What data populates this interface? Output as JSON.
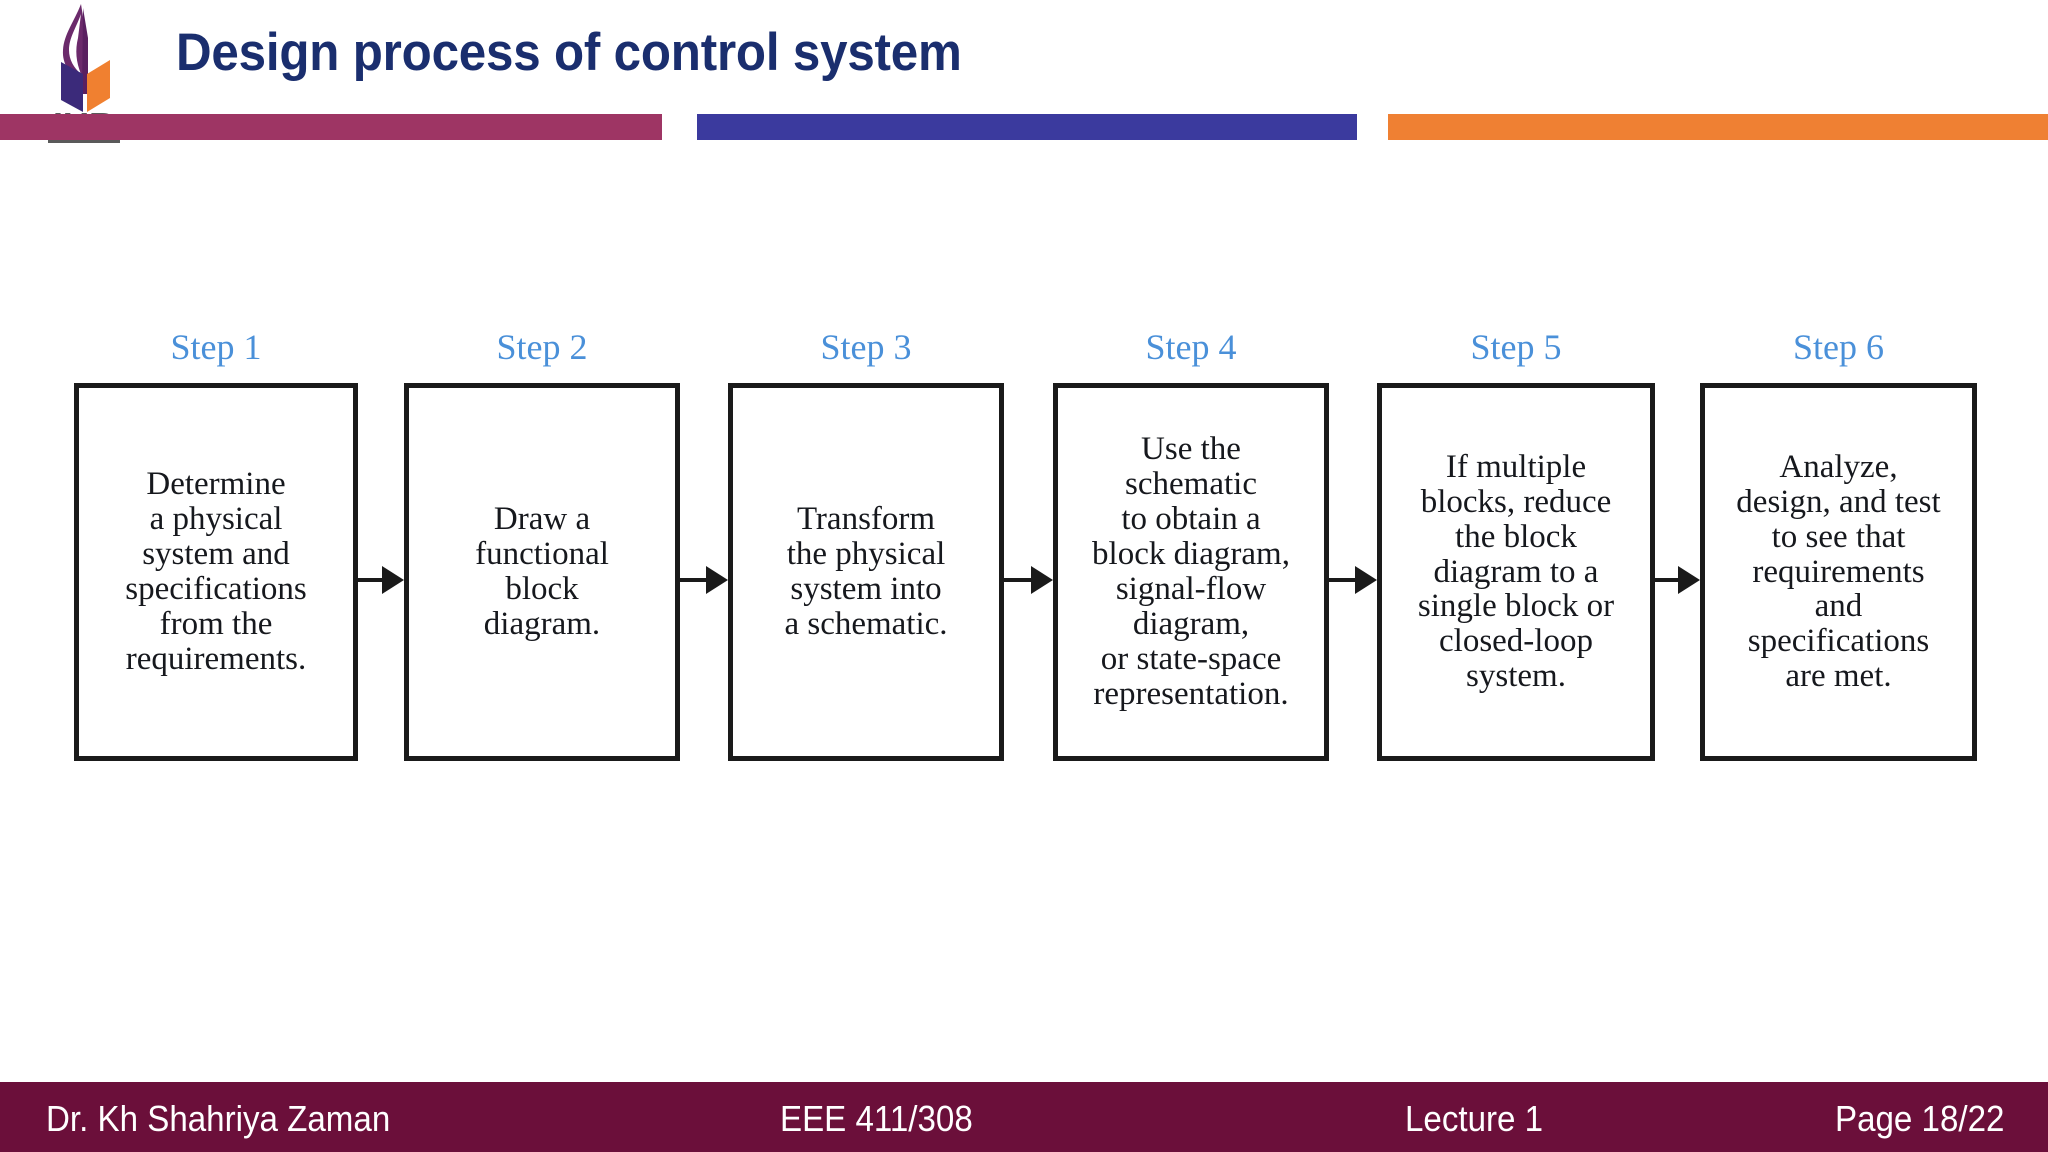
{
  "slide": {
    "title": "Design process of control system",
    "background": "#ffffff"
  },
  "logo": {
    "name": "iub-logo",
    "text": "IUB",
    "flame_color": "#6b2a6b",
    "left_page_color": "#3b2a7a",
    "right_page_color": "#f08030",
    "band_color": "#9e3564"
  },
  "header": {
    "bars": [
      {
        "name": "maroon-bar",
        "color": "#9e3564"
      },
      {
        "name": "blue-bar",
        "color": "#3b3a9e"
      },
      {
        "name": "orange-bar",
        "color": "#ef8033"
      }
    ],
    "title_color": "#1a2e6e"
  },
  "diagram": {
    "type": "flowchart",
    "orientation": "horizontal",
    "label_color": "#4a90d9",
    "box_border_color": "#1a1a1a",
    "steps": [
      {
        "label": "Step 1",
        "text": "Determine\na physical\nsystem and\nspecifications\nfrom the\nrequirements."
      },
      {
        "label": "Step 2",
        "text": "Draw a\nfunctional\nblock\ndiagram."
      },
      {
        "label": "Step 3",
        "text": "Transform\nthe physical\nsystem into\na schematic."
      },
      {
        "label": "Step 4",
        "text": "Use the\nschematic\nto obtain a\nblock diagram,\nsignal-flow\ndiagram,\nor state-space\nrepresentation."
      },
      {
        "label": "Step 5",
        "text": "If multiple\nblocks, reduce\nthe block\ndiagram to a\nsingle block or\nclosed-loop\nsystem."
      },
      {
        "label": "Step 6",
        "text": "Analyze,\ndesign, and test\nto see that\nrequirements\nand\nspecifications\nare met."
      }
    ]
  },
  "footer": {
    "background": "#6b0f3a",
    "author": "Dr. Kh Shahriya Zaman",
    "course": "EEE 411/308",
    "lecture": "Lecture 1",
    "page": "Page 18/22"
  }
}
